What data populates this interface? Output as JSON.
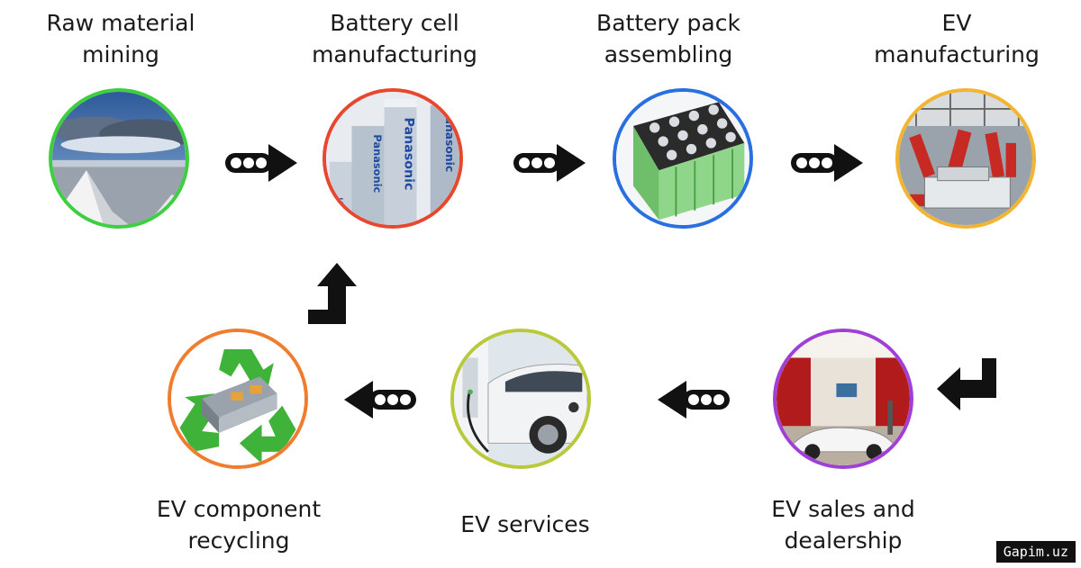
{
  "steps": [
    {
      "id": "mining",
      "label": "Raw material\nmining",
      "ring_color": "#3ecf3e"
    },
    {
      "id": "cell",
      "label": "Battery cell\nmanufacturing",
      "ring_color": "#e8472f"
    },
    {
      "id": "pack",
      "label": "Battery pack\nassembling",
      "ring_color": "#2a6fe0"
    },
    {
      "id": "ev",
      "label": "EV\nmanufacturing",
      "ring_color": "#f2b431"
    },
    {
      "id": "sales",
      "label": "EV sales and\ndealership",
      "ring_color": "#a13ed6"
    },
    {
      "id": "services",
      "label": "EV services",
      "ring_color": "#b9c93b"
    },
    {
      "id": "recycling",
      "label": "EV component\nrecycling",
      "ring_color": "#f07c2e"
    }
  ],
  "images": {
    "cell_brand_text": "Panasonic",
    "cell_small_text": "nic"
  },
  "watermark": "Gapim.uz"
}
